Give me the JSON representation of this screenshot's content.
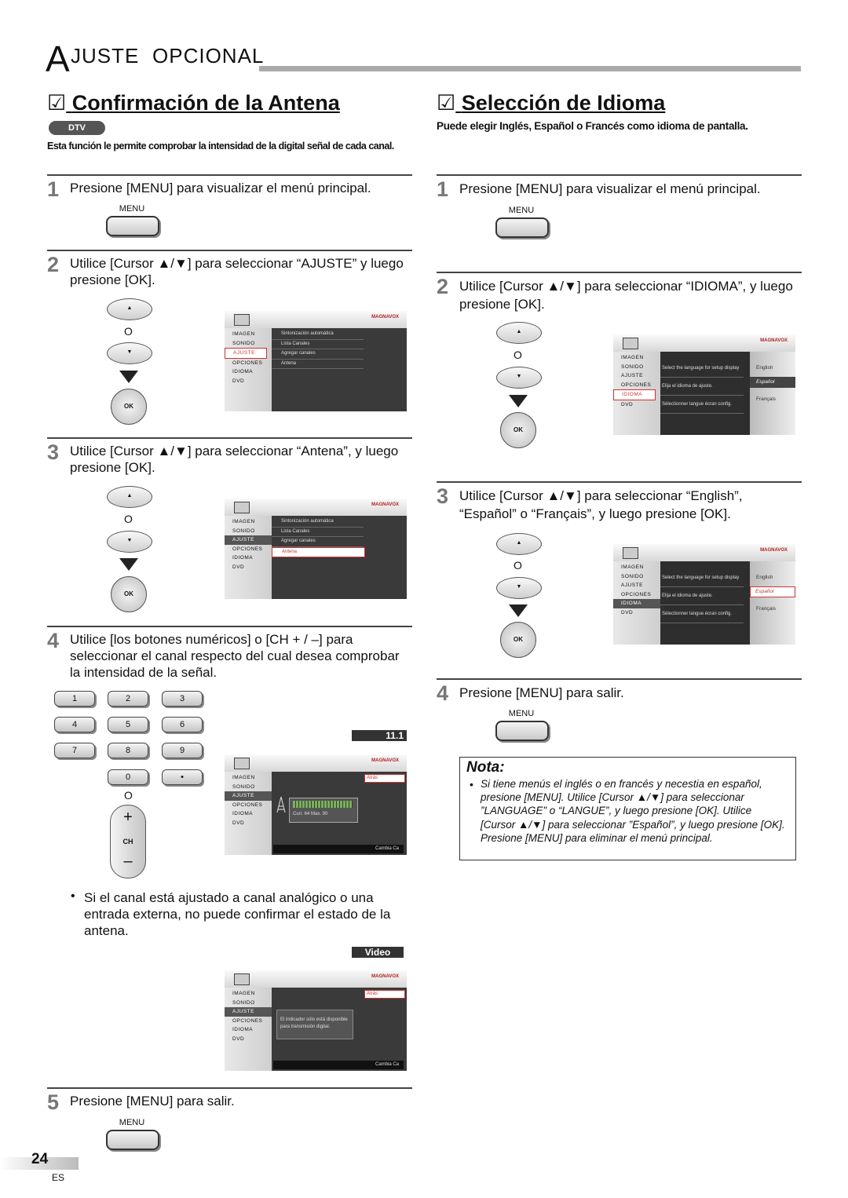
{
  "header": {
    "letter": "A",
    "word1": "JUSTE",
    "word2": "OPCIONAL"
  },
  "left": {
    "title_check": "☑",
    "title": "Confirmación de la Antena",
    "badge": "DTV",
    "intro": "Esta función le permite comprobar la intensidad de la digital señal de cada canal.",
    "step1": {
      "num": "1",
      "text": "Presione [MENU] para visualizar el menú principal.",
      "btn": "MENU"
    },
    "step2": {
      "num": "2",
      "text": "Utilice [Cursor ▲/▼] para seleccionar “AJUSTE” y luego presione [OK]."
    },
    "step3": {
      "num": "3",
      "text": "Utilice [Cursor ▲/▼] para seleccionar “Antena”, y luego presione [OK]."
    },
    "step4": {
      "num": "4",
      "text": "Utilice [los botones numéricos] o [CH + / –] para seleccionar el canal respecto del cual desea comprobar la intensidad de la señal."
    },
    "bullet": "Si el canal está ajustado a canal analógico o una entrada externa, no puede confirmar el estado de la antena.",
    "step5": {
      "num": "5",
      "text": "Presione [MENU] para salir.",
      "btn": "MENU"
    },
    "channel_badge": "11.1",
    "video_badge": "Video",
    "keys": [
      "1",
      "2",
      "3",
      "4",
      "5",
      "6",
      "7",
      "8",
      "9",
      "0",
      "•"
    ],
    "ch_label": "CH",
    "ch_plus": "+",
    "ch_minus": "–"
  },
  "right": {
    "title_check": "☑",
    "title": "Selección de Idioma",
    "intro": "Puede elegir Inglés, Español o Francés como idioma de pantalla.",
    "step1": {
      "num": "1",
      "text": "Presione [MENU] para visualizar el menú principal.",
      "btn": "MENU"
    },
    "step2": {
      "num": "2",
      "text": "Utilice [Cursor ▲/▼] para seleccionar “IDIOMA”, y luego presione [OK]."
    },
    "step3": {
      "num": "3",
      "text": "Utilice [Cursor ▲/▼] para seleccionar “English”, “Español” o “Français”, y luego presione [OK]."
    },
    "step4": {
      "num": "4",
      "text": "Presione [MENU] para salir.",
      "btn": "MENU"
    },
    "nota_title": "Nota:",
    "nota_text": "Si tiene menús el inglés o en francés y necestia en español, presione [MENU]. Utilice [Cursor ▲/▼] para seleccionar ”LANGUAGE” o “LANGUE”, y luego presione [OK]. Utilice [Cursor ▲/▼] para seleccionar ”Español”, y luego presione [OK]. Presione [MENU] para eliminar el menú principal."
  },
  "common": {
    "o_label": "O",
    "ok_label": "OK",
    "up_label": "▲",
    "down_label": "▼"
  },
  "screen": {
    "brand": "MAGNAVOX",
    "menu": [
      "IMAGEN",
      "SONIDO",
      "AJUSTE",
      "OPCIONES",
      "IDIOMA",
      "DVD"
    ],
    "sub_setup": [
      "Sintonización automática",
      "Lista Canales",
      "Agregar canales",
      "Antena"
    ],
    "sub_lang": [
      "Select the language for setup display",
      "Elija el idioma de ajuste.",
      "Sélectionner langue écran config."
    ],
    "lang_opts": [
      "English",
      "Español",
      "Français"
    ],
    "back": "Atrás",
    "bar_text": "Cambia Ca",
    "signal": "Curr. 64 Max. 90",
    "only_digital": "El indicador sólo está disponible para transmisión digital."
  },
  "footer": {
    "page": "24",
    "lang": "ES"
  }
}
